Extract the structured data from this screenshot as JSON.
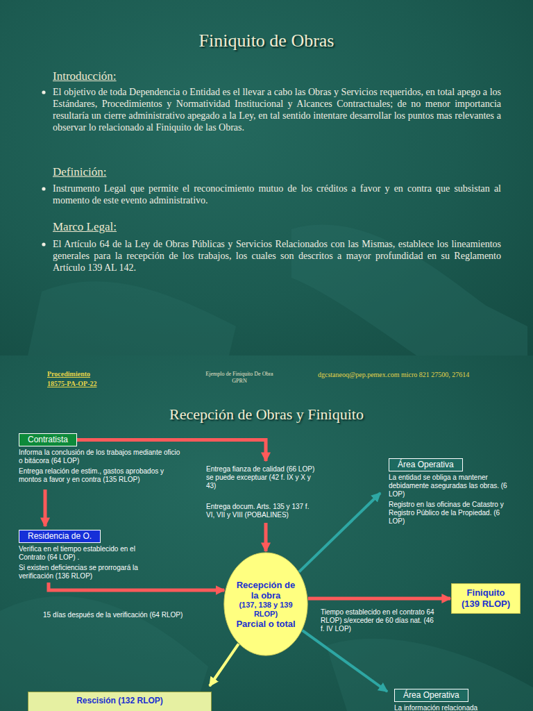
{
  "diagram": {
    "title": "Finiquito de Obras",
    "nodes": [
      {
        "text": [
          "Contratista",
          "Informa la conclusión de los trabajos mediante oficio o bitácora (64 LOP)",
          "Entrega relación de estim., gastos aprobados y montos a favor y en contra (135 RLOP)"
        ]
      },
      {
        "text": [
          "Residencia de O.",
          "Verifica en el tiempo establecido en el Contrato (64 LOP) .",
          "Si existen deficiencias se prorrogará la verificación (136 RLOP)"
        ]
      },
      {
        "text": [
          "Recepción de la obra",
          "(137, 138 y 139 RLOP)",
          "Parcial o total"
        ]
      },
      {
        "text": [
          "Área Operativa",
          "La entidad se obliga a mantener debidamente aseguradas las obras. (6 LOP)",
          "Registro en las oficinas de Catastro y Registro Público de la Propiedad. (6 LOP)"
        ]
      },
      {
        "text": [
          "Finiquito",
          "(139 RLOP)"
        ]
      },
      {
        "text": [
          "Rescisión (132 RLOP)"
        ]
      },
      {
        "text": [
          "Área Operativa",
          "La información relacionada"
        ]
      }
    ],
    "edges": [
      {
        "from": 0,
        "to": 1,
        "arrow": "to"
      },
      {
        "from": 0,
        "to": 2,
        "arrow": "to"
      },
      {
        "from": 1,
        "to": 2,
        "label": "15 días después de la verificación (64 RLOP)",
        "arrow": "to"
      },
      {
        "from": 2,
        "to": 3,
        "arrow": "to"
      },
      {
        "from": 2,
        "to": 4,
        "label": "Tiempo establecido en el contrato 64 RLOP) s/exceder de 60 días nat. (46 f. IV LOP)",
        "arrow": "to"
      },
      {
        "from": 2,
        "to": 5,
        "arrow": "to"
      },
      {
        "from": 2,
        "to": 6,
        "arrow": "to"
      }
    ],
    "labels": [
      "Introducción:",
      "El objetivo de toda Dependencia o Entidad es el llevar a cabo las Obras y Servicios requeridos, en total apego a los Estándares, Procedimientos y Normatividad Institucional y Alcances Contractuales; de no menor importancia resultaría un cierre administrativo apegado a la Ley, en tal sentido intentare desarrollar los puntos mas relevantes a observar lo relacionado al Finiquito de las Obras.",
      "Definición:",
      "Instrumento Legal que permite el reconocimiento mutuo de los créditos a favor y en contra que subsistan al momento de este evento administrativo.",
      "Marco Legal:",
      "El Artículo 64 de la Ley de Obras Públicas y Servicios Relacionados con las Mismas, establece los lineamientos generales para la recepción de los trabajos, los cuales son descritos a mayor profundidad en su Reglamento Artículo 139 AL 142.",
      "Procedimiento",
      "18575-PA-OP-22",
      "Ejemplo de Finiquito De Obra GPRN",
      "dgcstaneoq@pep.pemex.com micro 821 27500, 27614",
      "Recepción de Obras y Finiquito",
      "Entrega fianza de calidad (66 LOP) se puede exceptuar (42 f. IX y X y 43)",
      "Entrega docum. Arts. 135 y 137 f. VI, VII y VIII (POBALINES)"
    ]
  }
}
